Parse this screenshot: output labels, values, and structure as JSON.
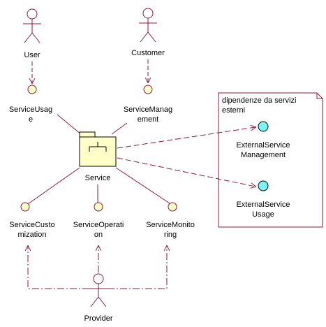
{
  "colors": {
    "line": "#8b1a3c",
    "actor": "#8b1a3c",
    "interface_fill": "#ffffc8",
    "external_interface_fill": "#7af5f5",
    "package_fill": "#ffffc8",
    "note_border": "#8b1a3c"
  },
  "actors": {
    "user": "User",
    "customer": "Customer",
    "provider": "Provider"
  },
  "interfaces": {
    "service_usage": [
      "ServiceUsag",
      "e"
    ],
    "service_management": [
      "ServiceManag",
      "ement"
    ],
    "service_customization": [
      "ServiceCusto",
      "mization"
    ],
    "service_operation": [
      "ServiceOperati",
      "on"
    ],
    "service_monitoring": [
      "ServiceMonito",
      "ring"
    ]
  },
  "package": {
    "name": "Service"
  },
  "note": {
    "lines": [
      "dipendenze da servizi",
      "esterni"
    ],
    "external_management": [
      "ExternalService",
      "Management"
    ],
    "external_usage": [
      "ExternalService",
      "Usage"
    ]
  }
}
